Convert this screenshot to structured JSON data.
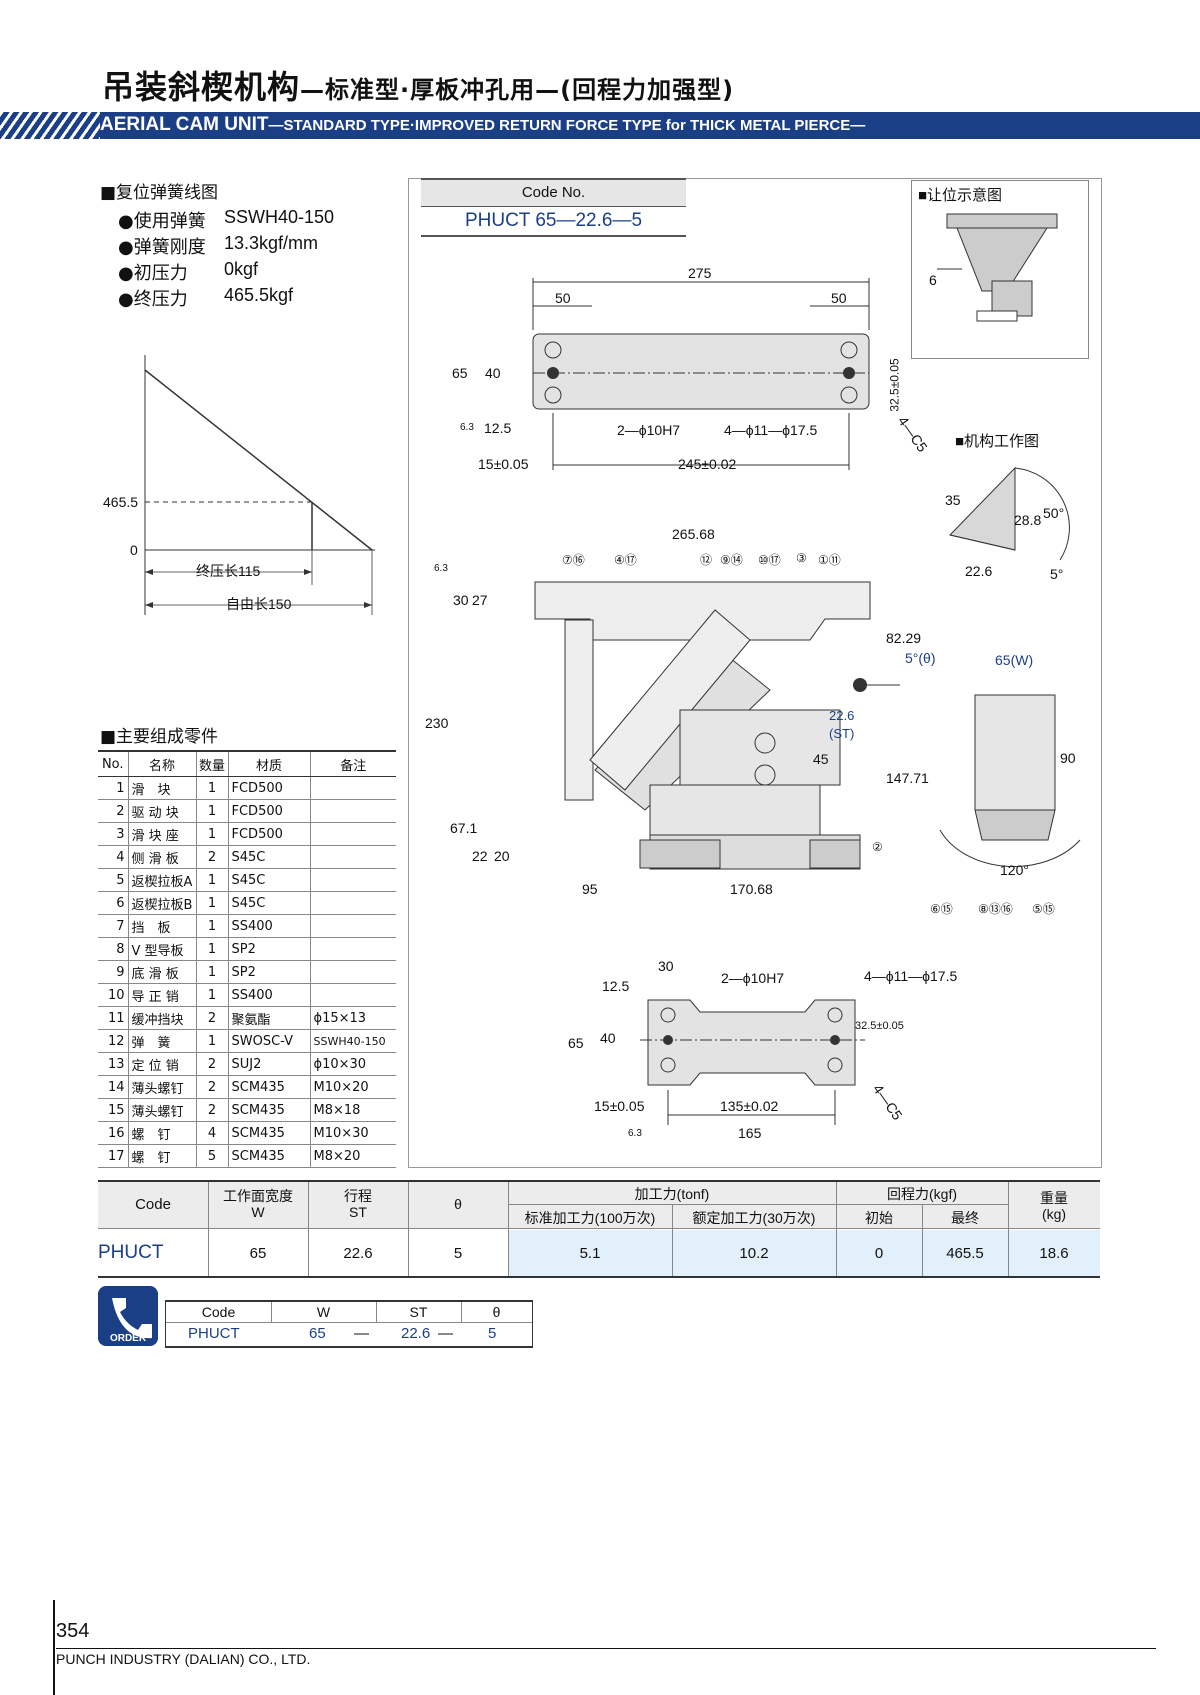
{
  "title": {
    "main": "吊装斜楔机构",
    "sub": "—标准型·厚板冲孔用—(回程力加强型)"
  },
  "banner": {
    "en_main": "AERIAL CAM UNIT",
    "en_sub": "—STANDARD TYPE·IMPROVED RETURN FORCE TYPE for THICK METAL PIERCE—"
  },
  "spring_section": {
    "heading": "■复位弹簧线图",
    "specs": [
      {
        "label": "●使用弹簧",
        "value": "SSWH40-150"
      },
      {
        "label": "●弹簧刚度",
        "value": "13.3kgf/mm"
      },
      {
        "label": "●初压力",
        "value": "0kgf"
      },
      {
        "label": "●终压力",
        "value": "465.5kgf"
      }
    ],
    "graph": {
      "y_top": "465.5",
      "y_zero": "0",
      "final_length": "终压长115",
      "free_length": "自由长150"
    }
  },
  "parts_section": {
    "heading": "■主要组成零件",
    "headers": [
      "No.",
      "名称",
      "数量",
      "材质",
      "备注"
    ],
    "rows": [
      [
        "1",
        "滑　块",
        "1",
        "FCD500",
        ""
      ],
      [
        "2",
        "驱 动 块",
        "1",
        "FCD500",
        ""
      ],
      [
        "3",
        "滑 块 座",
        "1",
        "FCD500",
        ""
      ],
      [
        "4",
        "侧 滑 板",
        "2",
        "S45C",
        ""
      ],
      [
        "5",
        "返楔拉板A",
        "1",
        "S45C",
        ""
      ],
      [
        "6",
        "返楔拉板B",
        "1",
        "S45C",
        ""
      ],
      [
        "7",
        "挡　板",
        "1",
        "SS400",
        ""
      ],
      [
        "8",
        "V 型导板",
        "1",
        "SP2",
        ""
      ],
      [
        "9",
        "底 滑 板",
        "1",
        "SP2",
        ""
      ],
      [
        "10",
        "导 正 销",
        "1",
        "SS400",
        ""
      ],
      [
        "11",
        "缓冲挡块",
        "2",
        "聚氨酯",
        "ϕ15×13"
      ],
      [
        "12",
        "弹　簧",
        "1",
        "SWOSC-V",
        "SSWH40-150"
      ],
      [
        "13",
        "定 位 销",
        "2",
        "SUJ2",
        "ϕ10×30"
      ],
      [
        "14",
        "薄头螺钉",
        "2",
        "SCM435",
        "M10×20"
      ],
      [
        "15",
        "薄头螺钉",
        "2",
        "SCM435",
        "M8×18"
      ],
      [
        "16",
        "螺　钉",
        "4",
        "SCM435",
        "M10×30"
      ],
      [
        "17",
        "螺　钉",
        "5",
        "SCM435",
        "M8×20"
      ]
    ]
  },
  "code_box": {
    "header": "Code No.",
    "value": "PHUCT 65—22.6—5"
  },
  "drawing": {
    "top": {
      "overall": "275",
      "left": "50",
      "right": "50",
      "h65": "65",
      "h40": "40",
      "h12": "12.5",
      "r63": "6.3",
      "d15": "15±0.05",
      "d245": "245±0.02",
      "hole1": "2—ϕ10H7",
      "hole2": "4—ϕ11—ϕ17.5",
      "c5": "4—C5",
      "d32": "32.5±0.05"
    },
    "front": {
      "overall": "265.68",
      "d30": "30",
      "d27": "27",
      "d230": "230",
      "d671": "67.1",
      "d22": "22",
      "d20": "20",
      "d95": "95",
      "d17068": "170.68",
      "d8229": "82.29",
      "d14771": "147.71",
      "theta": "5°(θ)",
      "st": "22.6",
      "st_lbl": "(ST)",
      "a45": "45",
      "r63": "6.3",
      "balloons": [
        "⑦⑯",
        "④⑰",
        "⑫",
        "⑨⑭",
        "⑩⑰",
        "③",
        "①⑪",
        "②"
      ]
    },
    "side": {
      "w": "65(W)",
      "h90": "90",
      "a120": "120°",
      "balloons": [
        "⑥⑮",
        "⑧⑬⑯",
        "⑤⑮"
      ]
    },
    "bottom": {
      "d30": "30",
      "d12": "12.5",
      "h65": "65",
      "h40": "40",
      "hole1": "2—ϕ10H7",
      "hole2": "4—ϕ11—ϕ17.5",
      "d32": "32.5±0.05",
      "c5": "4—C5",
      "d15": "15±0.05",
      "d135": "135±0.02",
      "d165": "165",
      "r63": "6.3"
    },
    "clearance": {
      "title": "■让位示意图",
      "d6": "6"
    },
    "working": {
      "title": "■机构工作图",
      "d35": "35",
      "d28": "28.8",
      "a50": "50°",
      "d22": "22.6",
      "a5": "5°"
    }
  },
  "spec_table": {
    "headers": {
      "code": "Code",
      "width": "工作面宽度",
      "width_sub": "W",
      "stroke": "行程",
      "stroke_sub": "ST",
      "theta": "θ",
      "force": "加工力(tonf)",
      "force_std": "标准加工力(100万次)",
      "force_rated": "额定加工力(30万次)",
      "ret": "回程力(kgf)",
      "ret_init": "初始",
      "ret_final": "最终",
      "weight": "重量",
      "weight_sub": "(kg)"
    },
    "row": {
      "code": "PHUCT",
      "width": "65",
      "stroke": "22.6",
      "theta": "5",
      "force_std": "5.1",
      "force_rated": "10.2",
      "ret_init": "0",
      "ret_final": "465.5",
      "weight": "18.6"
    }
  },
  "order": {
    "icon_label": "ORDER",
    "headers": [
      "Code",
      "W",
      "ST",
      "θ"
    ],
    "values": [
      "PHUCT",
      "65",
      "—",
      "22.6",
      "—",
      "5"
    ]
  },
  "footer": {
    "page": "354",
    "company": "PUNCH INDUSTRY (DALIAN) CO., LTD."
  }
}
